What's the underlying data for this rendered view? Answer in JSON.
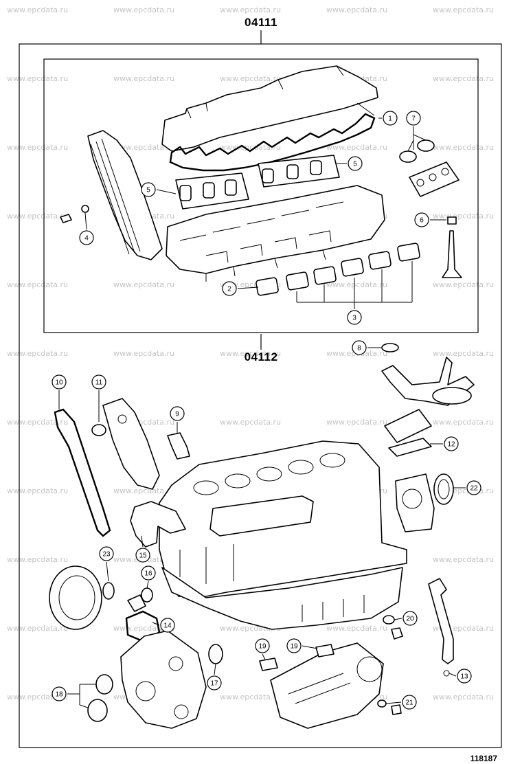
{
  "watermark_text": "www.epcdata.ru",
  "group_upper": "04111",
  "group_lower": "04112",
  "picture_id": "118187",
  "callouts": [
    {
      "label": "1"
    },
    {
      "label": "5"
    },
    {
      "label": "7"
    },
    {
      "label": "5"
    },
    {
      "label": "4"
    },
    {
      "label": "6"
    },
    {
      "label": "2"
    },
    {
      "label": "3"
    },
    {
      "label": "8"
    },
    {
      "label": "10"
    },
    {
      "label": "11"
    },
    {
      "label": "9"
    },
    {
      "label": "12"
    },
    {
      "label": "22"
    },
    {
      "label": "15"
    },
    {
      "label": "23"
    },
    {
      "label": "16"
    },
    {
      "label": "14"
    },
    {
      "label": "20"
    },
    {
      "label": "19"
    },
    {
      "label": "19"
    },
    {
      "label": "13"
    },
    {
      "label": "17"
    },
    {
      "label": "18"
    },
    {
      "label": "21"
    }
  ]
}
